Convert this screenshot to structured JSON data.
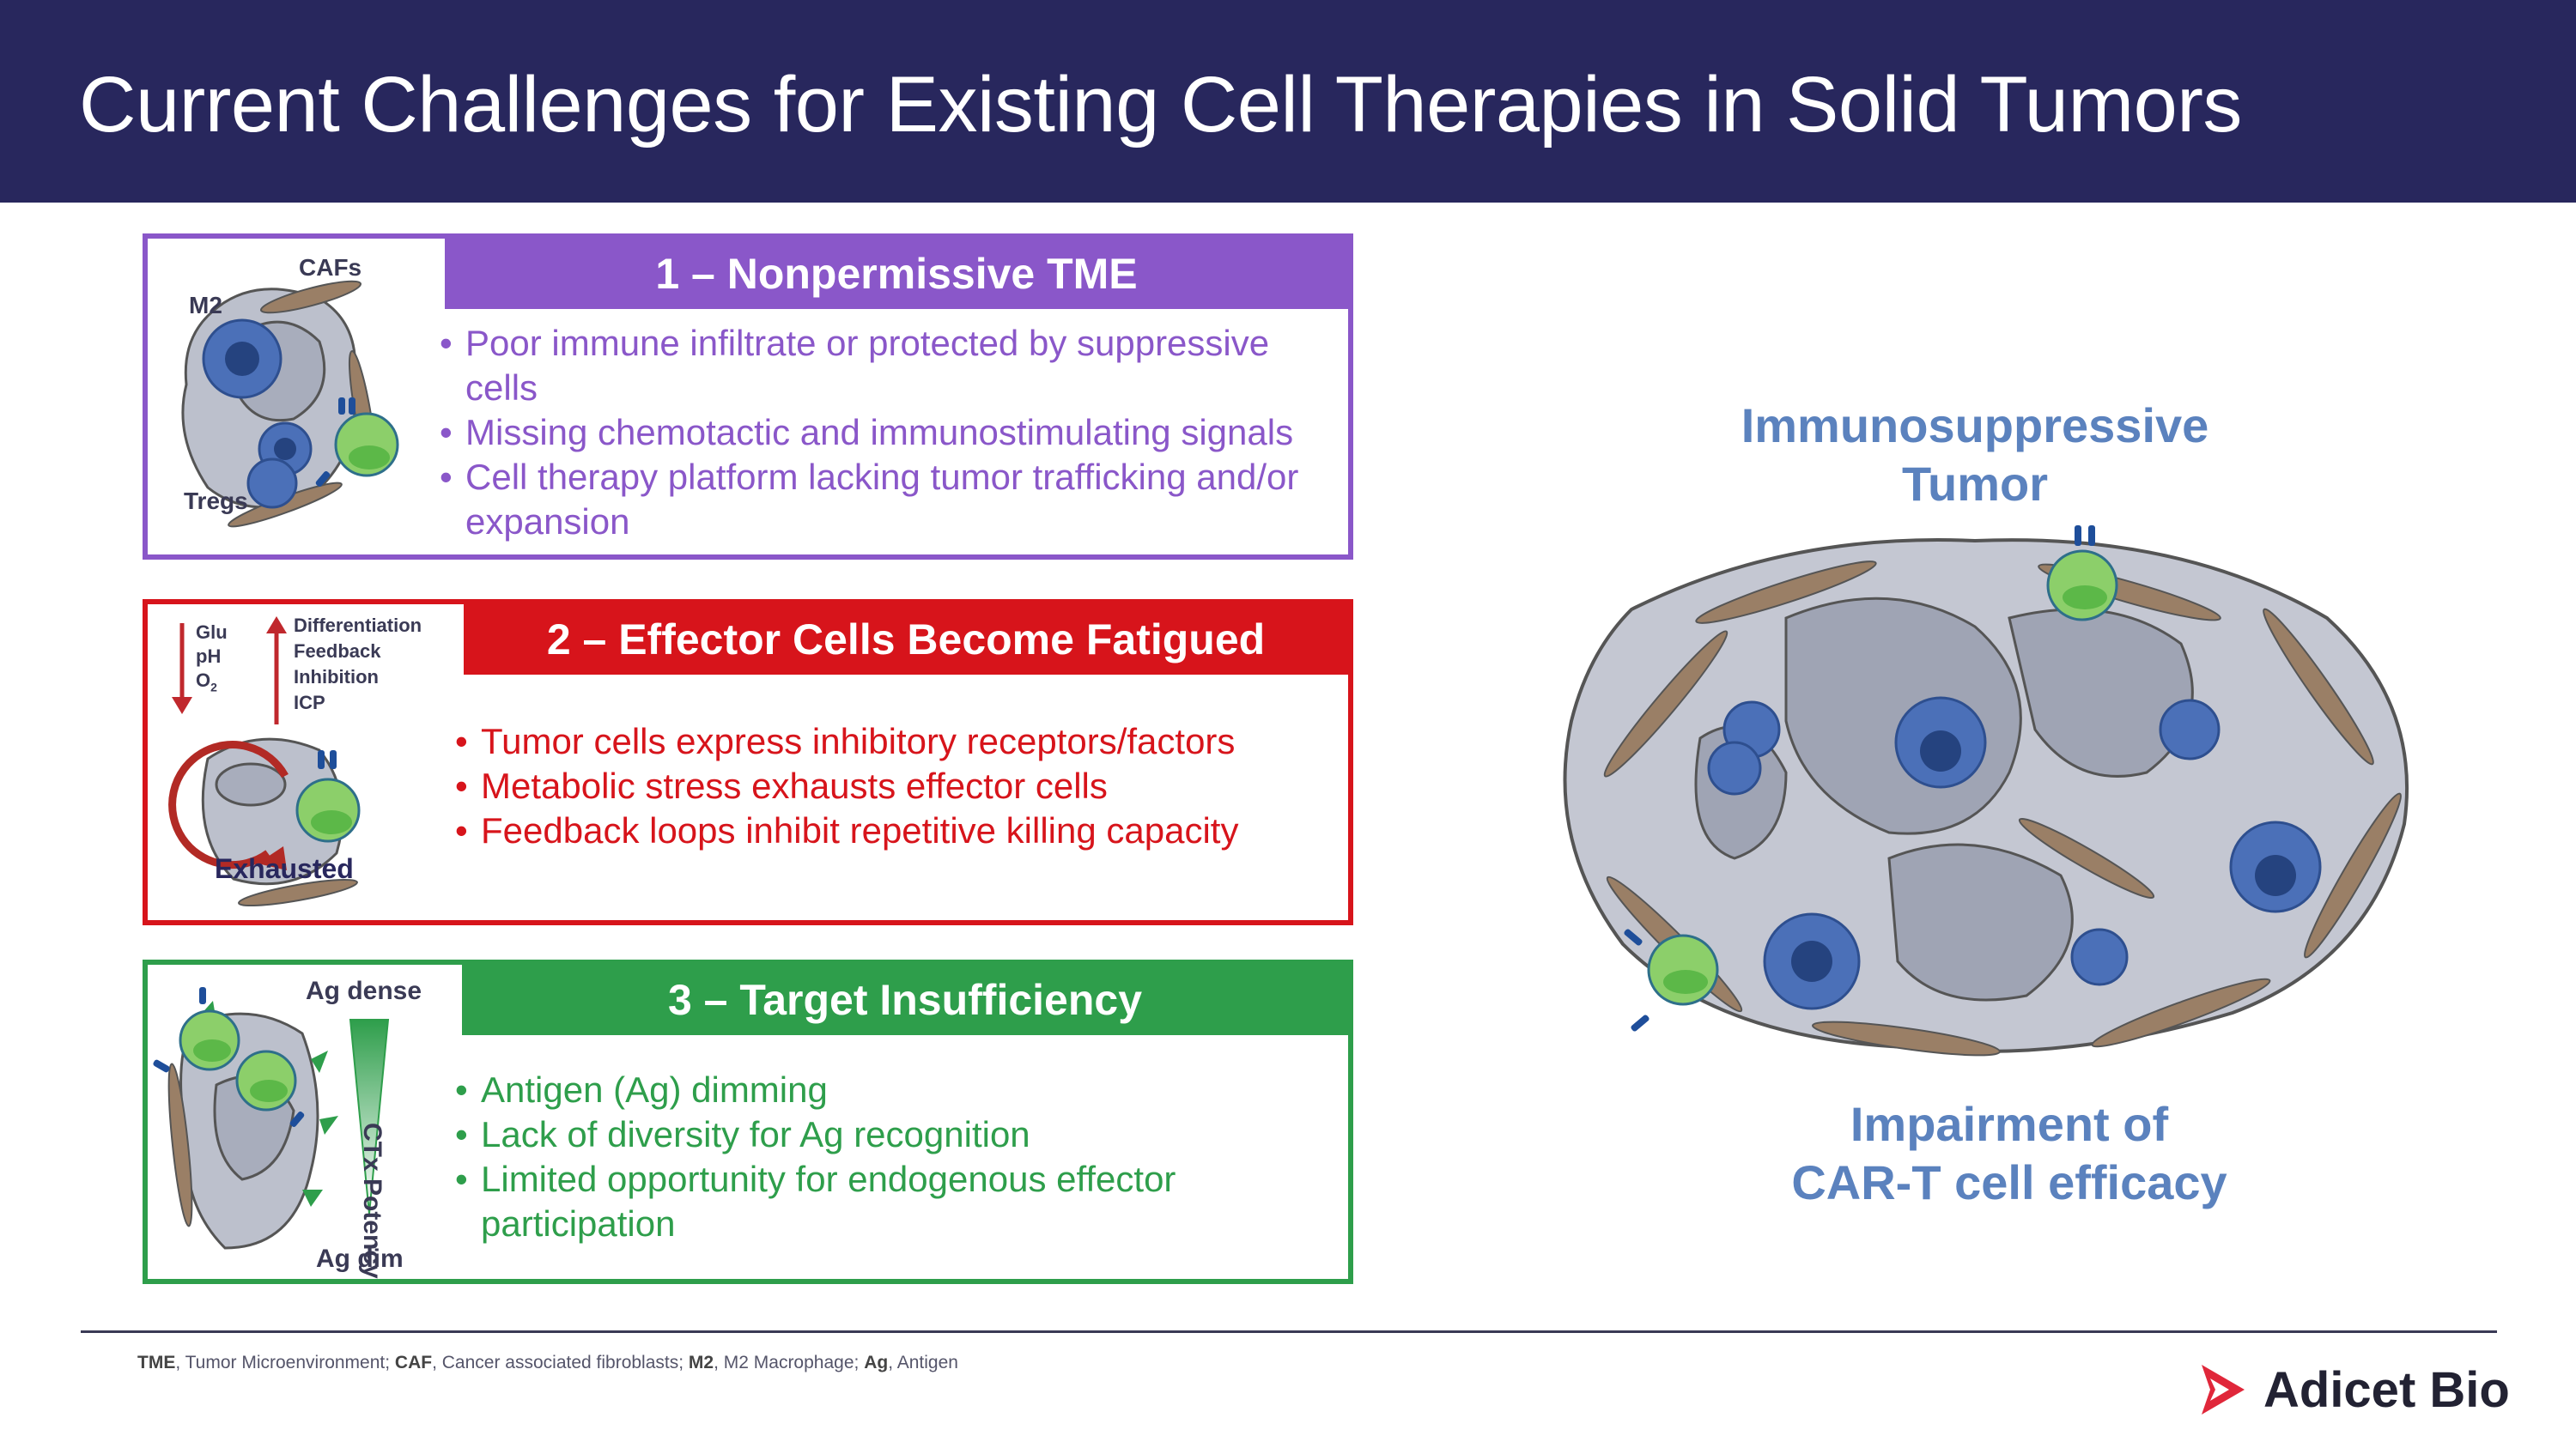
{
  "slide": {
    "title": "Current Challenges for Existing Cell Therapies in Solid Tumors"
  },
  "panels": [
    {
      "title": "1 – Nonpermissive TME",
      "bullets": [
        "Poor immune infiltrate or protected by suppressive cells",
        "Missing chemotactic and immunostimulating signals",
        "Cell therapy platform lacking tumor trafficking and/or expansion"
      ],
      "labels": {
        "m2": "M2",
        "cafs": "CAFs",
        "tregs": "Tregs"
      }
    },
    {
      "title": "2 – Effector Cells Become Fatigued",
      "bullets": [
        "Tumor cells express inhibitory receptors/factors",
        "Metabolic stress exhausts effector cells",
        "Feedback loops inhibit repetitive killing capacity"
      ],
      "labels": {
        "glu": "Glu",
        "ph": "pH",
        "o2": "O",
        "o2_sub": "2",
        "differentiation": "Differentiation",
        "feedback": "Feedback",
        "inhibition": "Inhibition",
        "icp": "ICP",
        "exhausted": "Exhausted"
      }
    },
    {
      "title": "3 – Target Insufficiency",
      "bullets": [
        "Antigen (Ag) dimming",
        "Lack of diversity for Ag recognition",
        "Limited opportunity for endogenous effector participation"
      ],
      "labels": {
        "ag_dense": "Ag dense",
        "ag_dim": "Ag dim",
        "ctx_potency": "CTx Potency"
      }
    }
  ],
  "right": {
    "top_line1": "Immunosuppressive",
    "top_line2": "Tumor",
    "bottom_line1": "Impairment of",
    "bottom_line2": "CAR-T cell efficacy"
  },
  "footer": {
    "abbr": [
      {
        "term": "TME",
        "def": ", Tumor Microenvironment; "
      },
      {
        "term": "CAF",
        "def": ", Cancer associated fibroblasts; "
      },
      {
        "term": "M2",
        "def": ", M2 Macrophage; "
      },
      {
        "term": "Ag",
        "def": ", Antigen"
      }
    ],
    "logo_text": "Adicet Bio"
  },
  "colors": {
    "header": "#28275d",
    "purple": "#8a57c9",
    "red": "#d7141b",
    "green": "#2e9e4b",
    "blue_text": "#5b82be"
  }
}
